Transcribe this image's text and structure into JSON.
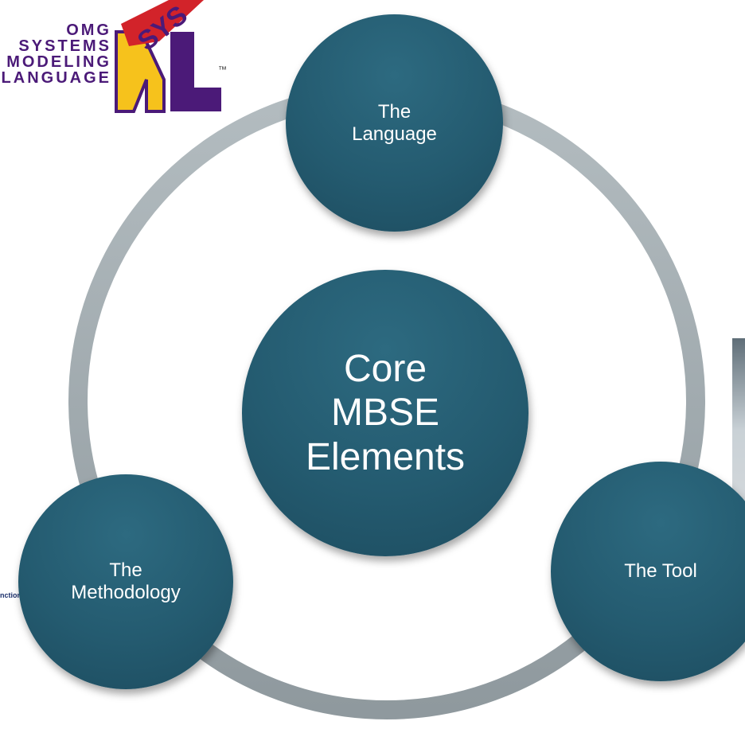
{
  "center": {
    "lines": [
      "Core",
      "MBSE",
      "Elements"
    ]
  },
  "nodes": {
    "language": {
      "lines": [
        "The",
        "Language"
      ]
    },
    "methodology": {
      "lines": [
        "The",
        "Methodology"
      ]
    },
    "tool": {
      "lines": [
        "The Tool"
      ]
    }
  },
  "logo": {
    "lines": [
      "OMG",
      "SYSTEMS",
      "MODELING",
      "LANGUAGE"
    ],
    "glyph_top": "SYS",
    "glyph_bottom": "ML",
    "tm": "™"
  },
  "cut_text": "nctional",
  "colors": {
    "node": "#245b70",
    "ring": "#a4adb1",
    "logo_purple": "#4b1a78",
    "logo_red": "#d2232a",
    "logo_yellow": "#f6c21c"
  }
}
